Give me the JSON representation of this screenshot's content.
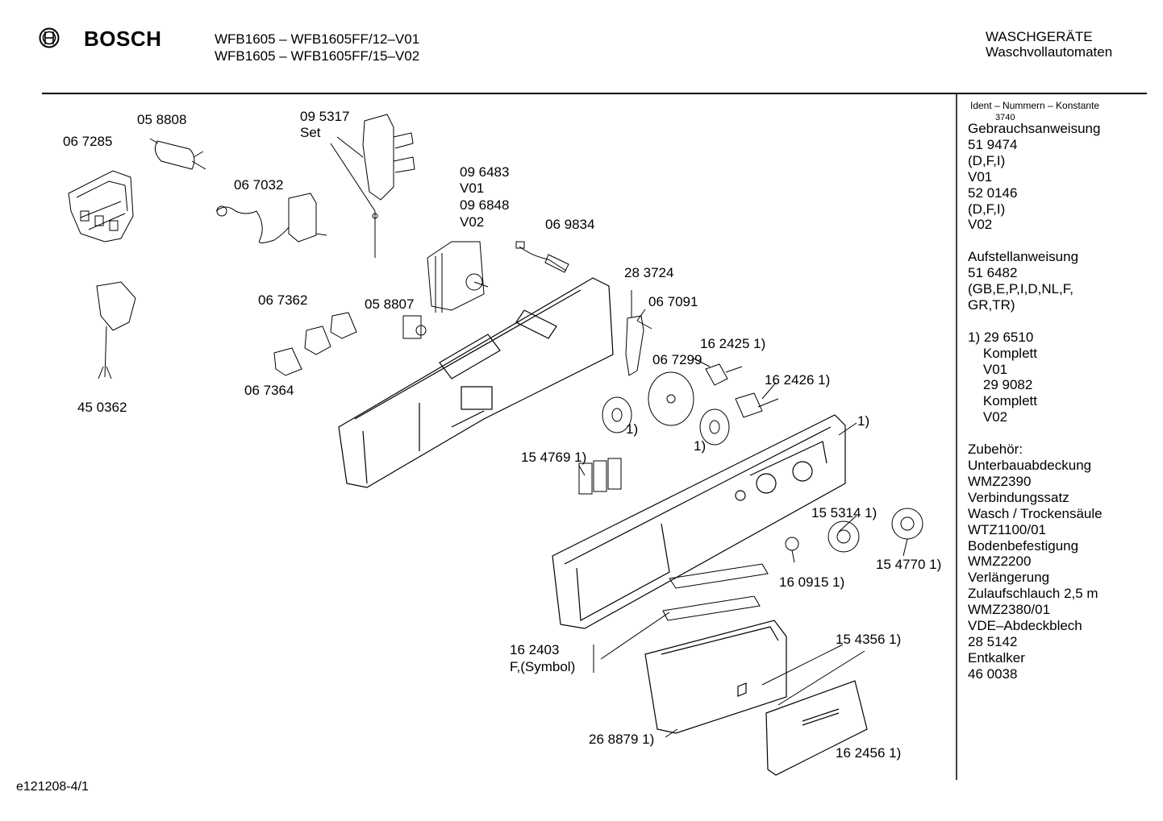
{
  "header": {
    "brand": "BOSCH",
    "model_line_1": "WFB1605 – WFB1605FF/12–V01",
    "model_line_2": "WFB1605 – WFB1605FF/15–V02",
    "category_1": "WASCHGERÄTE",
    "category_2": "Waschvollautomaten"
  },
  "parts": {
    "p058808": "05 8808",
    "p067285": "06 7285",
    "p095317": "09 5317",
    "p_set": "Set",
    "p067032": "06 7032",
    "p096483": "09 6483",
    "p_v01": "V01",
    "p096848": "09 6848",
    "p_v02": "V02",
    "p069834": "06 9834",
    "p283724": "28 3724",
    "p067091": "06 7091",
    "p067362": "06 7362",
    "p058807": "05 8807",
    "p067364": "06 7364",
    "p450362": "45 0362",
    "p067299": "06 7299",
    "p162425": "16 2425 1)",
    "p162426": "16 2426 1)",
    "p_note_a": "1)",
    "p_note_b": "1)",
    "p_note_c": "1)",
    "p154769": "15 4769 1)",
    "p155314": "15 5314 1)",
    "p154770": "15 4770 1)",
    "p160915": "16 0915 1)",
    "p162403": "16 2403",
    "p_symbol": "F,(Symbol)",
    "p154356": "15 4356 1)",
    "p268879": "26 8879 1)",
    "p162456": "16 2456 1)"
  },
  "sidebar": {
    "ident_title": "Ident – Nummern – Konstante",
    "ident_value": "3740",
    "lines": [
      "Gebrauchsanweisung",
      "51 9474",
      "(D,F,I)",
      "V01",
      "52 0146",
      "(D,F,I)",
      "V02",
      "",
      "Aufstellanweisung",
      "51 6482",
      "(GB,E,P,I,D,NL,F,",
      "GR,TR)",
      "",
      "1) 29 6510",
      "    Komplett",
      "    V01",
      "    29 9082",
      "    Komplett",
      "    V02",
      "",
      "Zubehör:",
      "Unterbauabdeckung",
      "WMZ2390",
      "Verbindungssatz",
      "Wasch / Trockensäule",
      "WTZ1100/01",
      "Bodenbefestigung",
      "WMZ2200",
      "Verlängerung",
      "Zulaufschlauch 2,5 m",
      "WMZ2380/01",
      "VDE–Abdeckblech",
      "28 5142",
      "Entkalker",
      "46 0038"
    ]
  },
  "footer": {
    "drawing_id": "e121208-4/1"
  }
}
